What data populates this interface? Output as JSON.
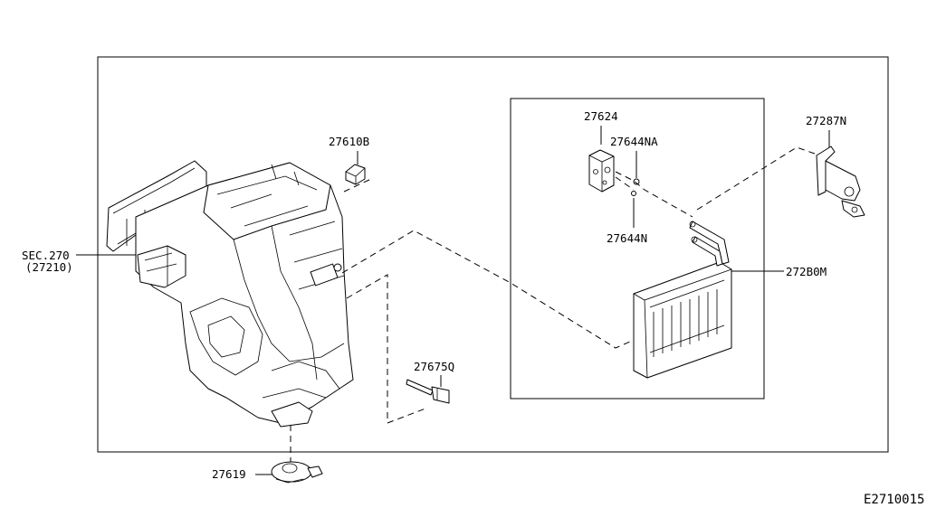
{
  "diagram": {
    "code": "E2710015",
    "callouts": {
      "sec_ref_line1": "SEC.270",
      "sec_ref_line2": "(27210)",
      "p27610B": "27610B",
      "p27619": "27619",
      "p27675Q": "27675Q",
      "p27624": "27624",
      "p27644NA": "27644NA",
      "p27644N": "27644N",
      "p27287N": "27287N",
      "p272B0M": "272B0M"
    }
  }
}
